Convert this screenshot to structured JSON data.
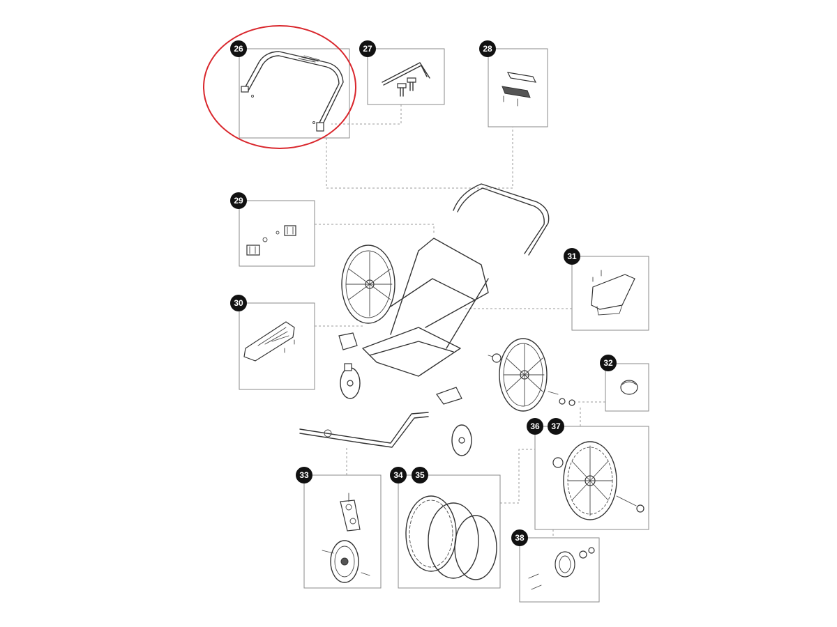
{
  "callouts": {
    "c26": "26",
    "c27": "27",
    "c28": "28",
    "c29": "29",
    "c30": "30",
    "c31": "31",
    "c32": "32",
    "c33": "33",
    "c34": "34",
    "c35": "35",
    "c36": "36",
    "c37": "37",
    "c38": "38"
  },
  "highlight": {
    "part": "26",
    "color": "#d9262c"
  }
}
